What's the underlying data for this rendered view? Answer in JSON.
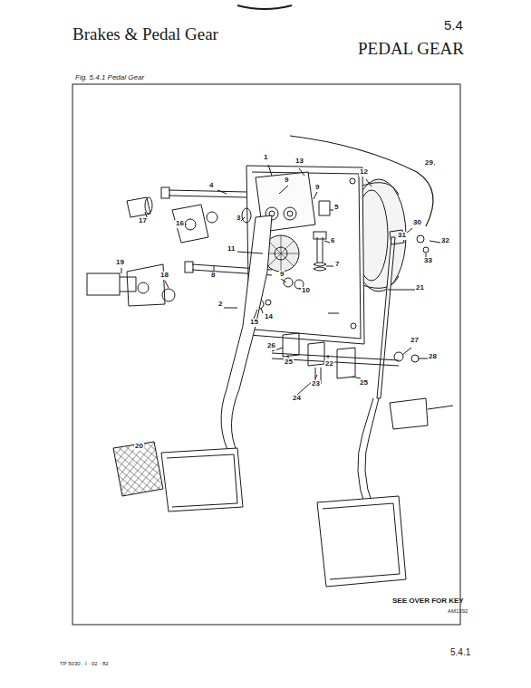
{
  "diagram": {
    "title": "PEDAL GEAR",
    "caption": "Fig. 5.4.1 Pedal Gear",
    "labels": [
      "Brakes & Pedal Gear",
      "5.4",
      "SEE OVER FOR KEY",
      "AM1392",
      "TP 5030 · I · 02 · 82",
      "5.4.1",
      "1",
      "13",
      "12",
      "29",
      "9",
      "9",
      "4",
      "5",
      "3",
      "17",
      "16",
      "30",
      "31",
      "32",
      "33",
      "6",
      "11",
      "7",
      "19",
      "8",
      "9",
      "18",
      "10",
      "21",
      "2",
      "14",
      "15",
      "26",
      "25",
      "22",
      "27",
      "28",
      "25",
      "23",
      "24",
      "20"
    ]
  }
}
